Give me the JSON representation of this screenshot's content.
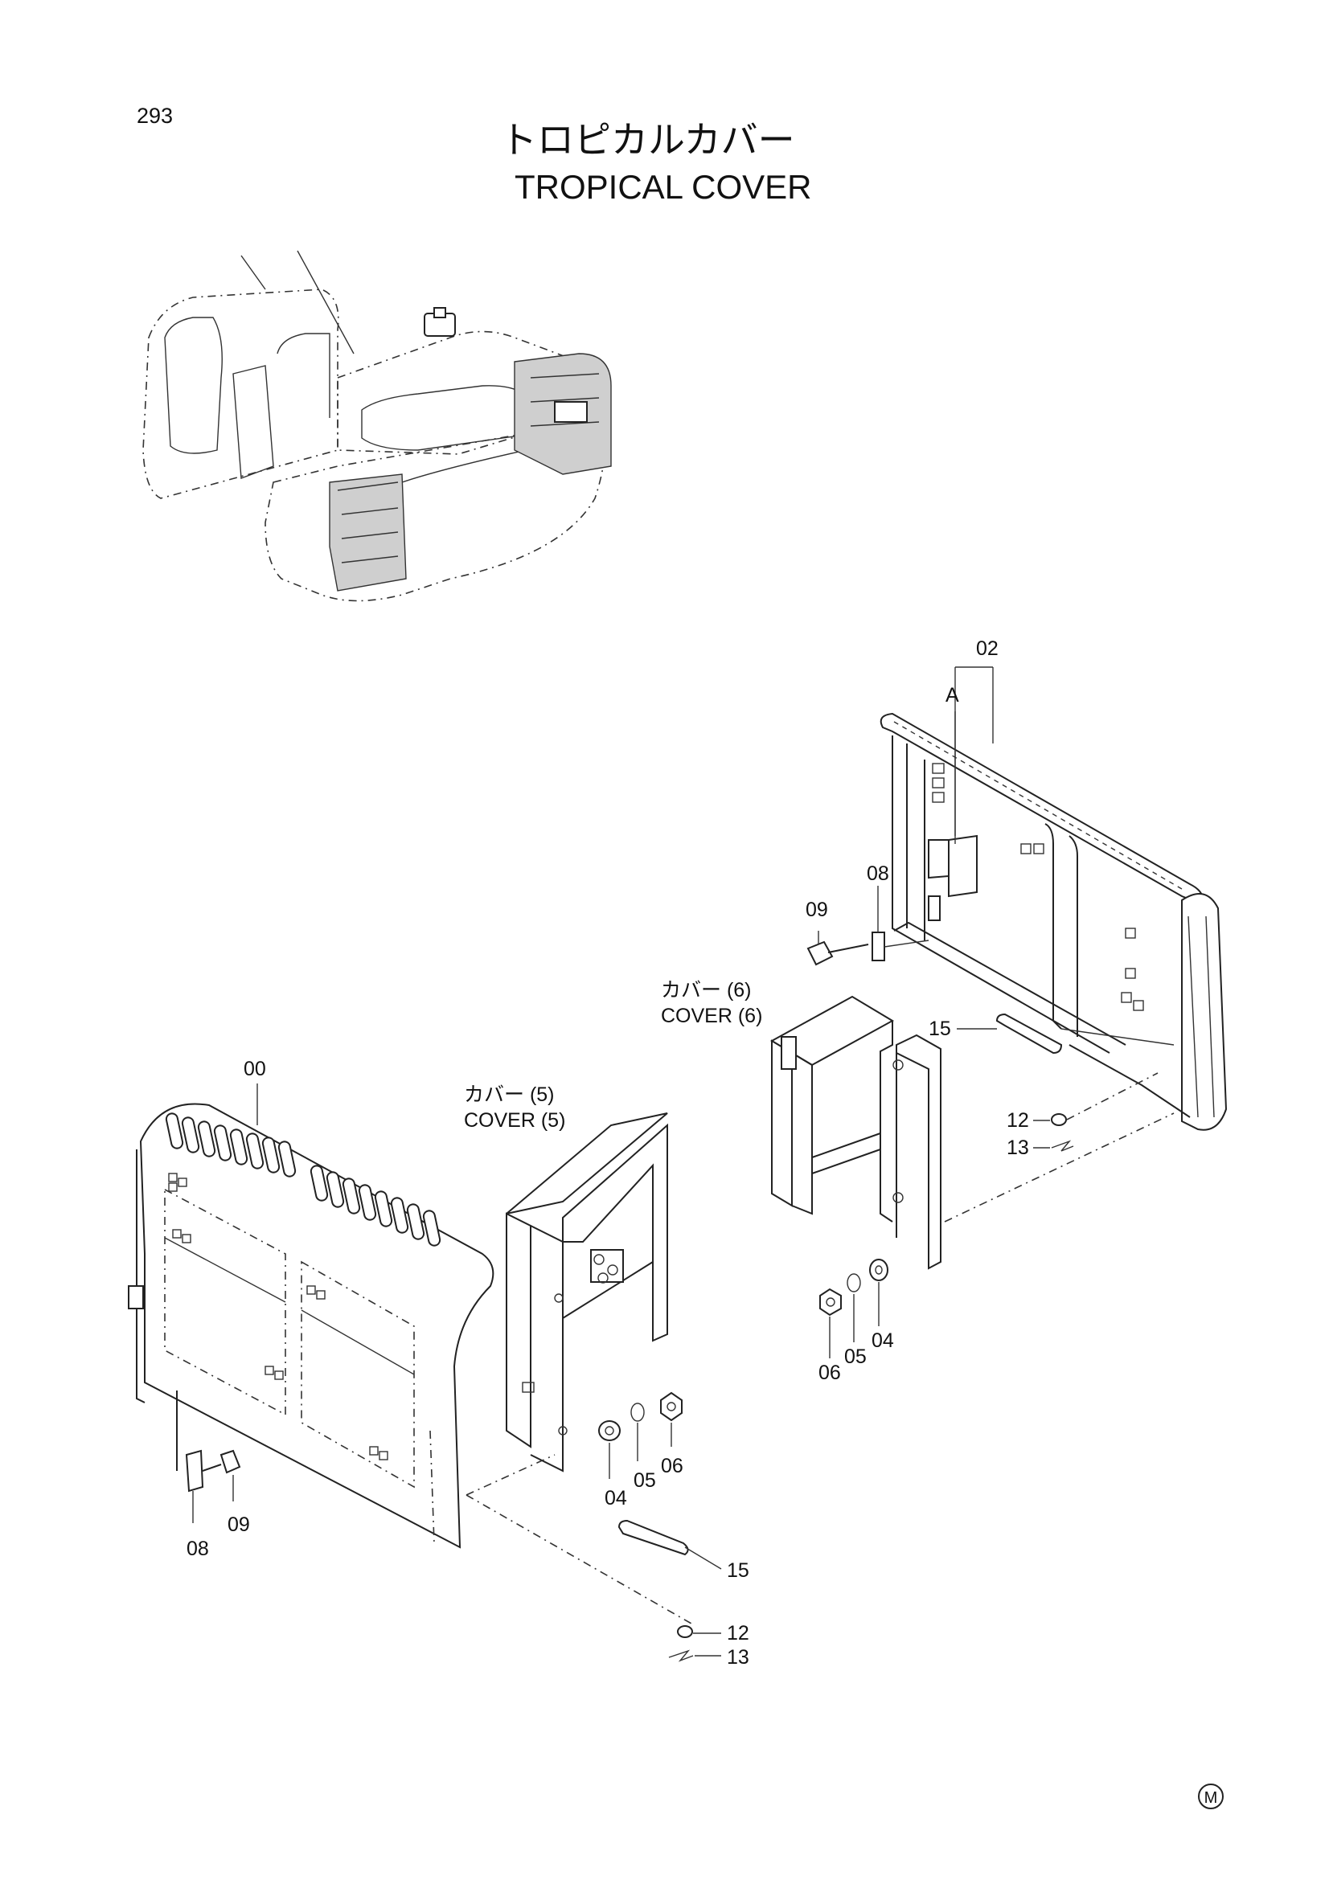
{
  "page_number": "293",
  "title_jp": "トロピカルカバー",
  "title_en": "TROPICAL  COVER",
  "mark": "M",
  "callouts": [
    {
      "id": "c-02",
      "text": "02"
    },
    {
      "id": "c-A",
      "text": "A"
    },
    {
      "id": "c-08-right",
      "text": "08"
    },
    {
      "id": "c-09-right",
      "text": "09"
    },
    {
      "id": "c-15-right",
      "text": "15"
    },
    {
      "id": "c-12-right",
      "text": "12"
    },
    {
      "id": "c-13-right",
      "text": "13"
    },
    {
      "id": "c-06-right",
      "text": "06"
    },
    {
      "id": "c-05-right",
      "text": "05"
    },
    {
      "id": "c-04-right",
      "text": "04"
    },
    {
      "id": "c-00",
      "text": "00"
    },
    {
      "id": "c-08-left",
      "text": "08"
    },
    {
      "id": "c-09-left",
      "text": "09"
    },
    {
      "id": "c-04-left",
      "text": "04"
    },
    {
      "id": "c-05-left",
      "text": "05"
    },
    {
      "id": "c-06-left",
      "text": "06"
    },
    {
      "id": "c-15-left",
      "text": "15"
    },
    {
      "id": "c-12-left",
      "text": "12"
    },
    {
      "id": "c-13-left",
      "text": "13"
    }
  ],
  "cover6": {
    "jp": "カバー (6)",
    "en": "COVER (6)"
  },
  "cover5": {
    "jp": "カバー (5)",
    "en": "COVER (5)"
  }
}
